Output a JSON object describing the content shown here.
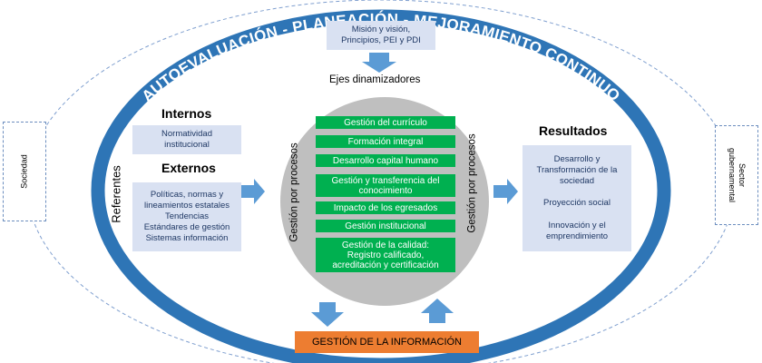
{
  "ring_text": "AUTOEVALUACIÓN - PLANEACIÓN - MEJORAMIENTO CONTINUO",
  "top_box": {
    "line1": "Misión y visión,",
    "line2": "Principios, PEI y PDI"
  },
  "ejes_label": "Ejes dinamizadores",
  "left": {
    "internos_title": "Internos",
    "internos_line1": "Normatividad",
    "internos_line2": "institucional",
    "externos_title": "Externos",
    "externos_lines": [
      "Políticas, normas y",
      "lineamientos estatales",
      "Tendencias",
      "Estándares de gestión",
      "Sistemas información"
    ],
    "referentes_label": "Referentes"
  },
  "center": {
    "side_label_left": "Gestión por procesos",
    "side_label_right": "Gestión por procesos",
    "items": [
      {
        "lines": [
          "Gestión del currículo"
        ]
      },
      {
        "lines": [
          "Formación integral"
        ]
      },
      {
        "lines": [
          "Desarrollo capital humano"
        ]
      },
      {
        "lines": [
          "Gestión y transferencia del",
          "conocimiento"
        ]
      },
      {
        "lines": [
          "Impacto de los egresados"
        ]
      },
      {
        "lines": [
          "Gestión institucional"
        ]
      },
      {
        "lines": [
          "Gestión de la calidad:",
          "Registro calificado,",
          "acreditación y certificación"
        ]
      }
    ]
  },
  "right": {
    "title": "Resultados",
    "item1_lines": [
      "Desarrollo y",
      "Transformación de la",
      "sociedad"
    ],
    "item2": "Proyección social",
    "item3_lines": [
      "Innovación y el",
      "emprendimiento"
    ]
  },
  "sociedad_label": "Sociedad",
  "sector_line1": "Sector",
  "sector_line2": "gubernamental",
  "info_box": "GESTIÓN DE LA INFORMACIÓN",
  "colors": {
    "ring": "#2e75b6",
    "arrow": "#5b9bd5",
    "green": "#00b050",
    "orange": "#ed7d31",
    "light_blue": "#d9e1f2",
    "circle": "#bfbfbf"
  }
}
